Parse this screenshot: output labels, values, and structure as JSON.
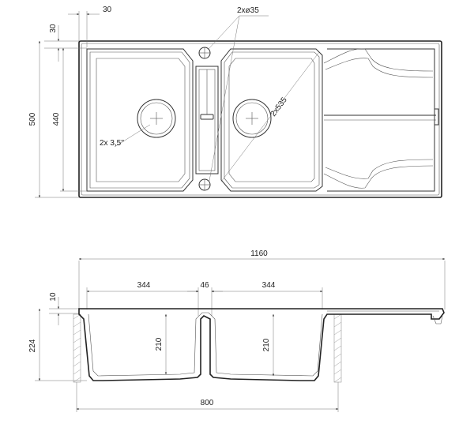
{
  "top_view": {
    "dim_flange_top": "30",
    "dim_flange_left": "30",
    "dim_total_height": "500",
    "dim_bowl_height": "440",
    "label_tap_holes": "2xø35",
    "label_bowl_diag": "2x535",
    "label_drain": "2x 3,5''"
  },
  "side_view": {
    "dim_total_width": "1160",
    "dim_bowl_left": "344",
    "dim_divider": "46",
    "dim_bowl_right": "344",
    "dim_rim": "10",
    "dim_depth_total": "224",
    "dim_depth_left": "210",
    "dim_depth_right": "210",
    "dim_cabinet": "800"
  }
}
